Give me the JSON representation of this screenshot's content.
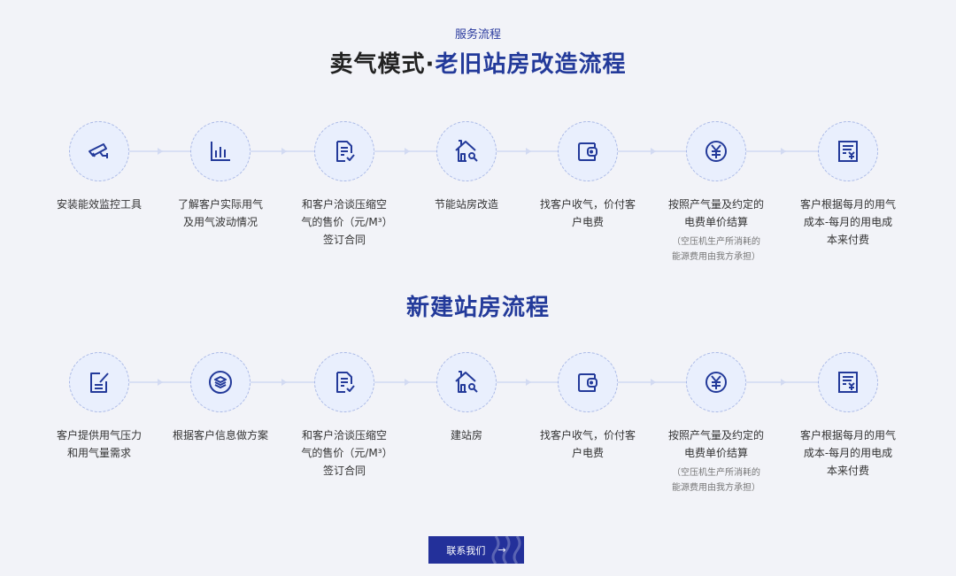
{
  "header": {
    "eyebrow": "服务流程",
    "title_prefix": "卖气模式·",
    "title_highlight": "老旧站房改造流程"
  },
  "flow1": {
    "steps": [
      {
        "icon": "surveillance-camera-icon",
        "label": "安装能效监控工具",
        "note": ""
      },
      {
        "icon": "bar-chart-icon",
        "label": "了解客户实际用气及用气波动情况",
        "note": ""
      },
      {
        "icon": "document-check-icon",
        "label": "和客户洽谈压缩空气的售价（元/M³）签订合同",
        "note": ""
      },
      {
        "icon": "house-wrench-icon",
        "label": "节能站房改造",
        "note": ""
      },
      {
        "icon": "wallet-icon",
        "label": "找客户收气，价付客户电费",
        "note": ""
      },
      {
        "icon": "yen-coin-icon",
        "label": "按照产气量及约定的电费单价结算",
        "note": "（空压机生产所消耗的能源费用由我方承担）"
      },
      {
        "icon": "invoice-yen-icon",
        "label": "客户根据每月的用气成本-每月的用电成本来付费",
        "note": ""
      }
    ]
  },
  "section2": {
    "title": "新建站房流程"
  },
  "flow2": {
    "steps": [
      {
        "icon": "edit-note-icon",
        "label": "客户提供用气压力和用气量需求",
        "note": ""
      },
      {
        "icon": "layers-icon",
        "label": "根据客户信息做方案",
        "note": ""
      },
      {
        "icon": "document-check-icon",
        "label": "和客户洽谈压缩空气的售价（元/M³）签订合同",
        "note": ""
      },
      {
        "icon": "house-wrench-icon",
        "label": "建站房",
        "note": ""
      },
      {
        "icon": "wallet-icon",
        "label": "找客户收气，价付客户电费",
        "note": ""
      },
      {
        "icon": "yen-coin-icon",
        "label": "按照产气量及约定的电费单价结算",
        "note": "（空压机生产所消耗的能源费用由我方承担）"
      },
      {
        "icon": "invoice-yen-icon",
        "label": "客户根据每月的用气成本-每月的用电成本来付费",
        "note": ""
      }
    ]
  },
  "cta": {
    "label": "联系我们",
    "arrow": "→"
  },
  "colors": {
    "accent": "#233a9a",
    "background": "#f2f3f8",
    "circle_fill": "#e9effd",
    "circle_border": "#a9b8e6"
  }
}
